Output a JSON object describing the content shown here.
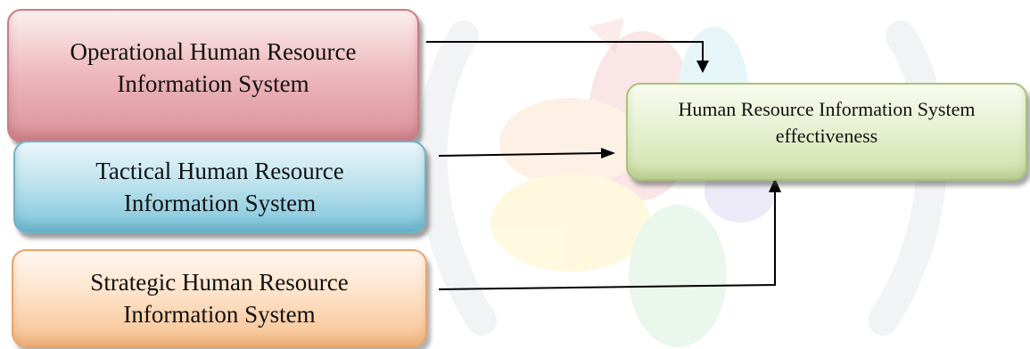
{
  "diagram": {
    "boxes": {
      "operational": {
        "line1": "Operational Human Resource",
        "line2": "Information System"
      },
      "tactical": {
        "line1": "Tactical Human Resource",
        "line2": "Information System"
      },
      "strategic": {
        "line1": "Strategic Human Resource",
        "line2": "Information System"
      },
      "effectiveness": {
        "line1": "Human Resource Information System",
        "line2": "effectiveness"
      }
    },
    "connections": [
      {
        "from": "operational",
        "to": "effectiveness"
      },
      {
        "from": "tactical",
        "to": "effectiveness"
      },
      {
        "from": "strategic",
        "to": "effectiveness"
      }
    ],
    "colors": {
      "operational_fill": "#efbcc1",
      "tactical_fill": "#bfe3ee",
      "strategic_fill": "#fde3ca",
      "effectiveness_fill": "#e6f0d0",
      "arrow": "#000000"
    }
  }
}
